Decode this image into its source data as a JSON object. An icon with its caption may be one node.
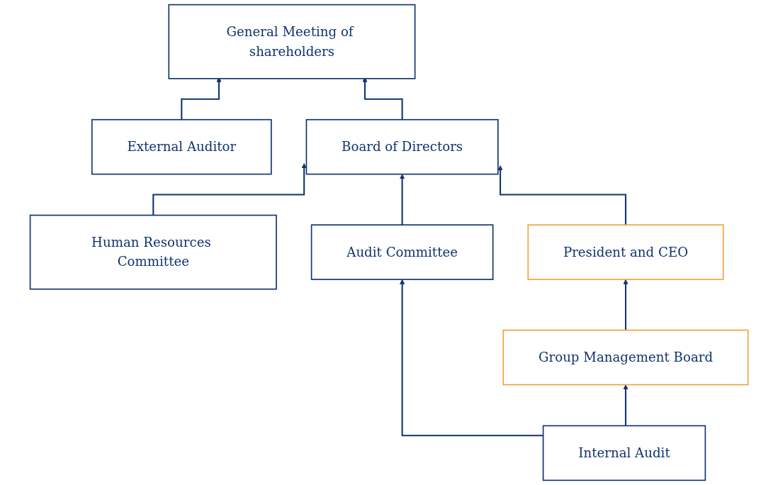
{
  "diagram": {
    "nodes": [
      {
        "text": [
          "General Meeting of shareholders"
        ]
      },
      {
        "text": [
          "External Auditor"
        ]
      },
      {
        "text": [
          "Board of Directors"
        ]
      },
      {
        "text": [
          "Human Resources Committee"
        ]
      },
      {
        "text": [
          "President and CEO"
        ]
      },
      {
        "text": [
          "Audit Committee"
        ]
      },
      {
        "text": [
          "Group Management Board"
        ]
      },
      {
        "text": [
          "Internal Audit"
        ]
      }
    ],
    "edges": [
      {
        "from": 1,
        "to": 0,
        "arrow": "to"
      },
      {
        "from": 2,
        "to": 0,
        "arrow": "to"
      },
      {
        "from": 3,
        "to": 2,
        "arrow": "to"
      },
      {
        "from": 5,
        "to": 2,
        "arrow": "to"
      },
      {
        "from": 4,
        "to": 2,
        "arrow": "to"
      },
      {
        "from": 6,
        "to": 4,
        "arrow": "to"
      },
      {
        "from": 7,
        "to": 6,
        "arrow": "to"
      },
      {
        "from": 7,
        "to": 5,
        "arrow": "to"
      }
    ]
  }
}
